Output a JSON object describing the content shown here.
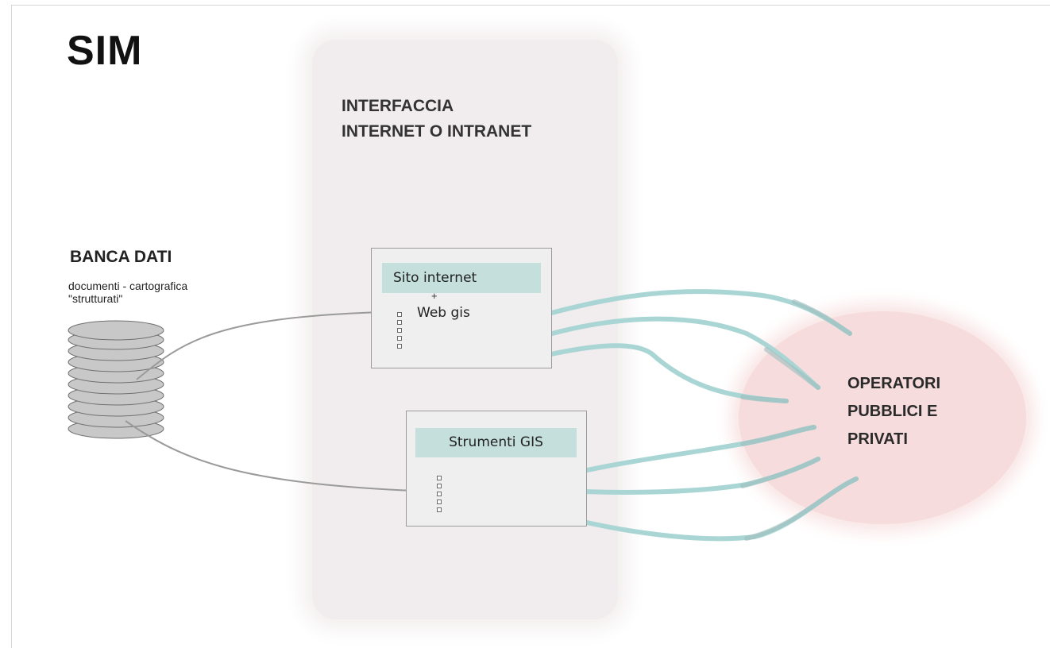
{
  "title": "SIM",
  "interface": {
    "line1": "INTERFACCIA",
    "line2": "INTERNET O INTRANET"
  },
  "database": {
    "title": "BANCA DATI",
    "subtitle_line1": "documenti - cartografica",
    "subtitle_line2": "\"strutturati\""
  },
  "web_box": {
    "header": "Sito internet",
    "plus": "+",
    "secondary": "Web gis"
  },
  "gis_box": {
    "header": "Strumenti GIS"
  },
  "operators": {
    "line1": "OPERATORI",
    "line2": "PUBBLICI E",
    "line3": "PRIVATI"
  },
  "colors": {
    "band": "#f1eced",
    "operators_blob": "#f7dcdd",
    "box_header": "#c5dfdd",
    "teal_links": "#a9d6d4",
    "gray_links": "#999999"
  }
}
